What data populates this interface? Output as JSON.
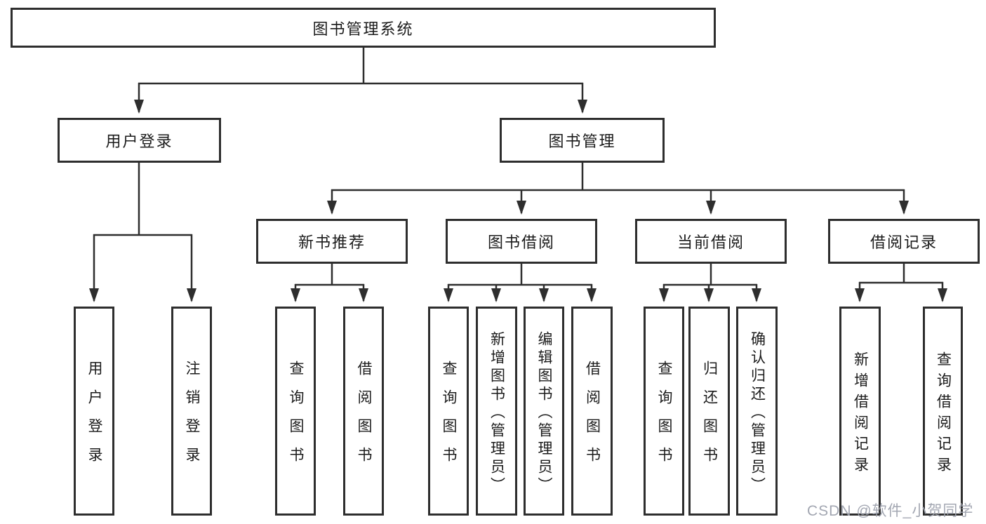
{
  "diagram": {
    "root": {
      "label": "图书管理系统"
    },
    "level2": [
      {
        "id": "user-login",
        "label": "用户登录"
      },
      {
        "id": "book-management",
        "label": "图书管理"
      }
    ],
    "level3": [
      {
        "id": "new-book-recommend",
        "label": "新书推荐"
      },
      {
        "id": "book-borrow",
        "label": "图书借阅"
      },
      {
        "id": "current-borrow",
        "label": "当前借阅"
      },
      {
        "id": "borrow-records",
        "label": "借阅记录"
      }
    ],
    "leaves": {
      "user_login": [
        "用户登录",
        "注销登录"
      ],
      "new_book_recommend": [
        "查询图书",
        "借阅图书"
      ],
      "book_borrow": [
        "查询图书",
        "新增图书（管理员）",
        "编辑图书（管理员）",
        "借阅图书"
      ],
      "current_borrow": [
        "查询图书",
        "归还图书",
        "确认归还（管理员）"
      ],
      "borrow_records": [
        "新增借阅记录",
        "查询借阅记录"
      ]
    }
  },
  "watermark": {
    "text": "CSDN @软件_小贺同学"
  },
  "colors": {
    "line": "#2e2e2e",
    "box_border": "#2e2e2e",
    "box_fill": "#ffffff",
    "background": "#ffffff",
    "text": "#1b1b1b",
    "watermark": "#9ea2ae"
  }
}
